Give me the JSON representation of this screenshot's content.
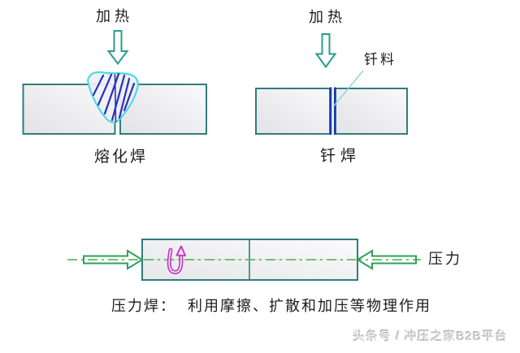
{
  "figure": {
    "type": "diagram",
    "topic": "welding methods (fusion welding, brazing, pressure welding)"
  },
  "labels": {
    "heating_left": "加热",
    "heating_right": "加热",
    "filler": "钎料",
    "fusion_welding": "熔化焊",
    "brazing": "钎焊",
    "pressure": "压力",
    "caption": "压力焊：  利用摩擦、扩散和加压等物理作用",
    "watermark": "头条号 / 冲压之家B2B平台"
  },
  "colors": {
    "plate_outline": "#2E7D7D",
    "pool_outline": "#4ED9E4",
    "hatch_blue": "#2B2FB3",
    "filler_blue": "#1A3AA8",
    "arrow_teal": "#2A9D8F",
    "pressure_green": "#2FA05A",
    "centerline_green": "#5BBE5B",
    "rotation_magenta": "#C53BC5",
    "text_dark": "#1C1C1C",
    "watermark_gray": "#CDCDCD"
  },
  "icons": {
    "heat_arrow": "hollow-down-arrow",
    "pressure_arrow": "hollow-horizontal-arrow",
    "rotation_arrow": "magenta-u-turn-arrow"
  }
}
